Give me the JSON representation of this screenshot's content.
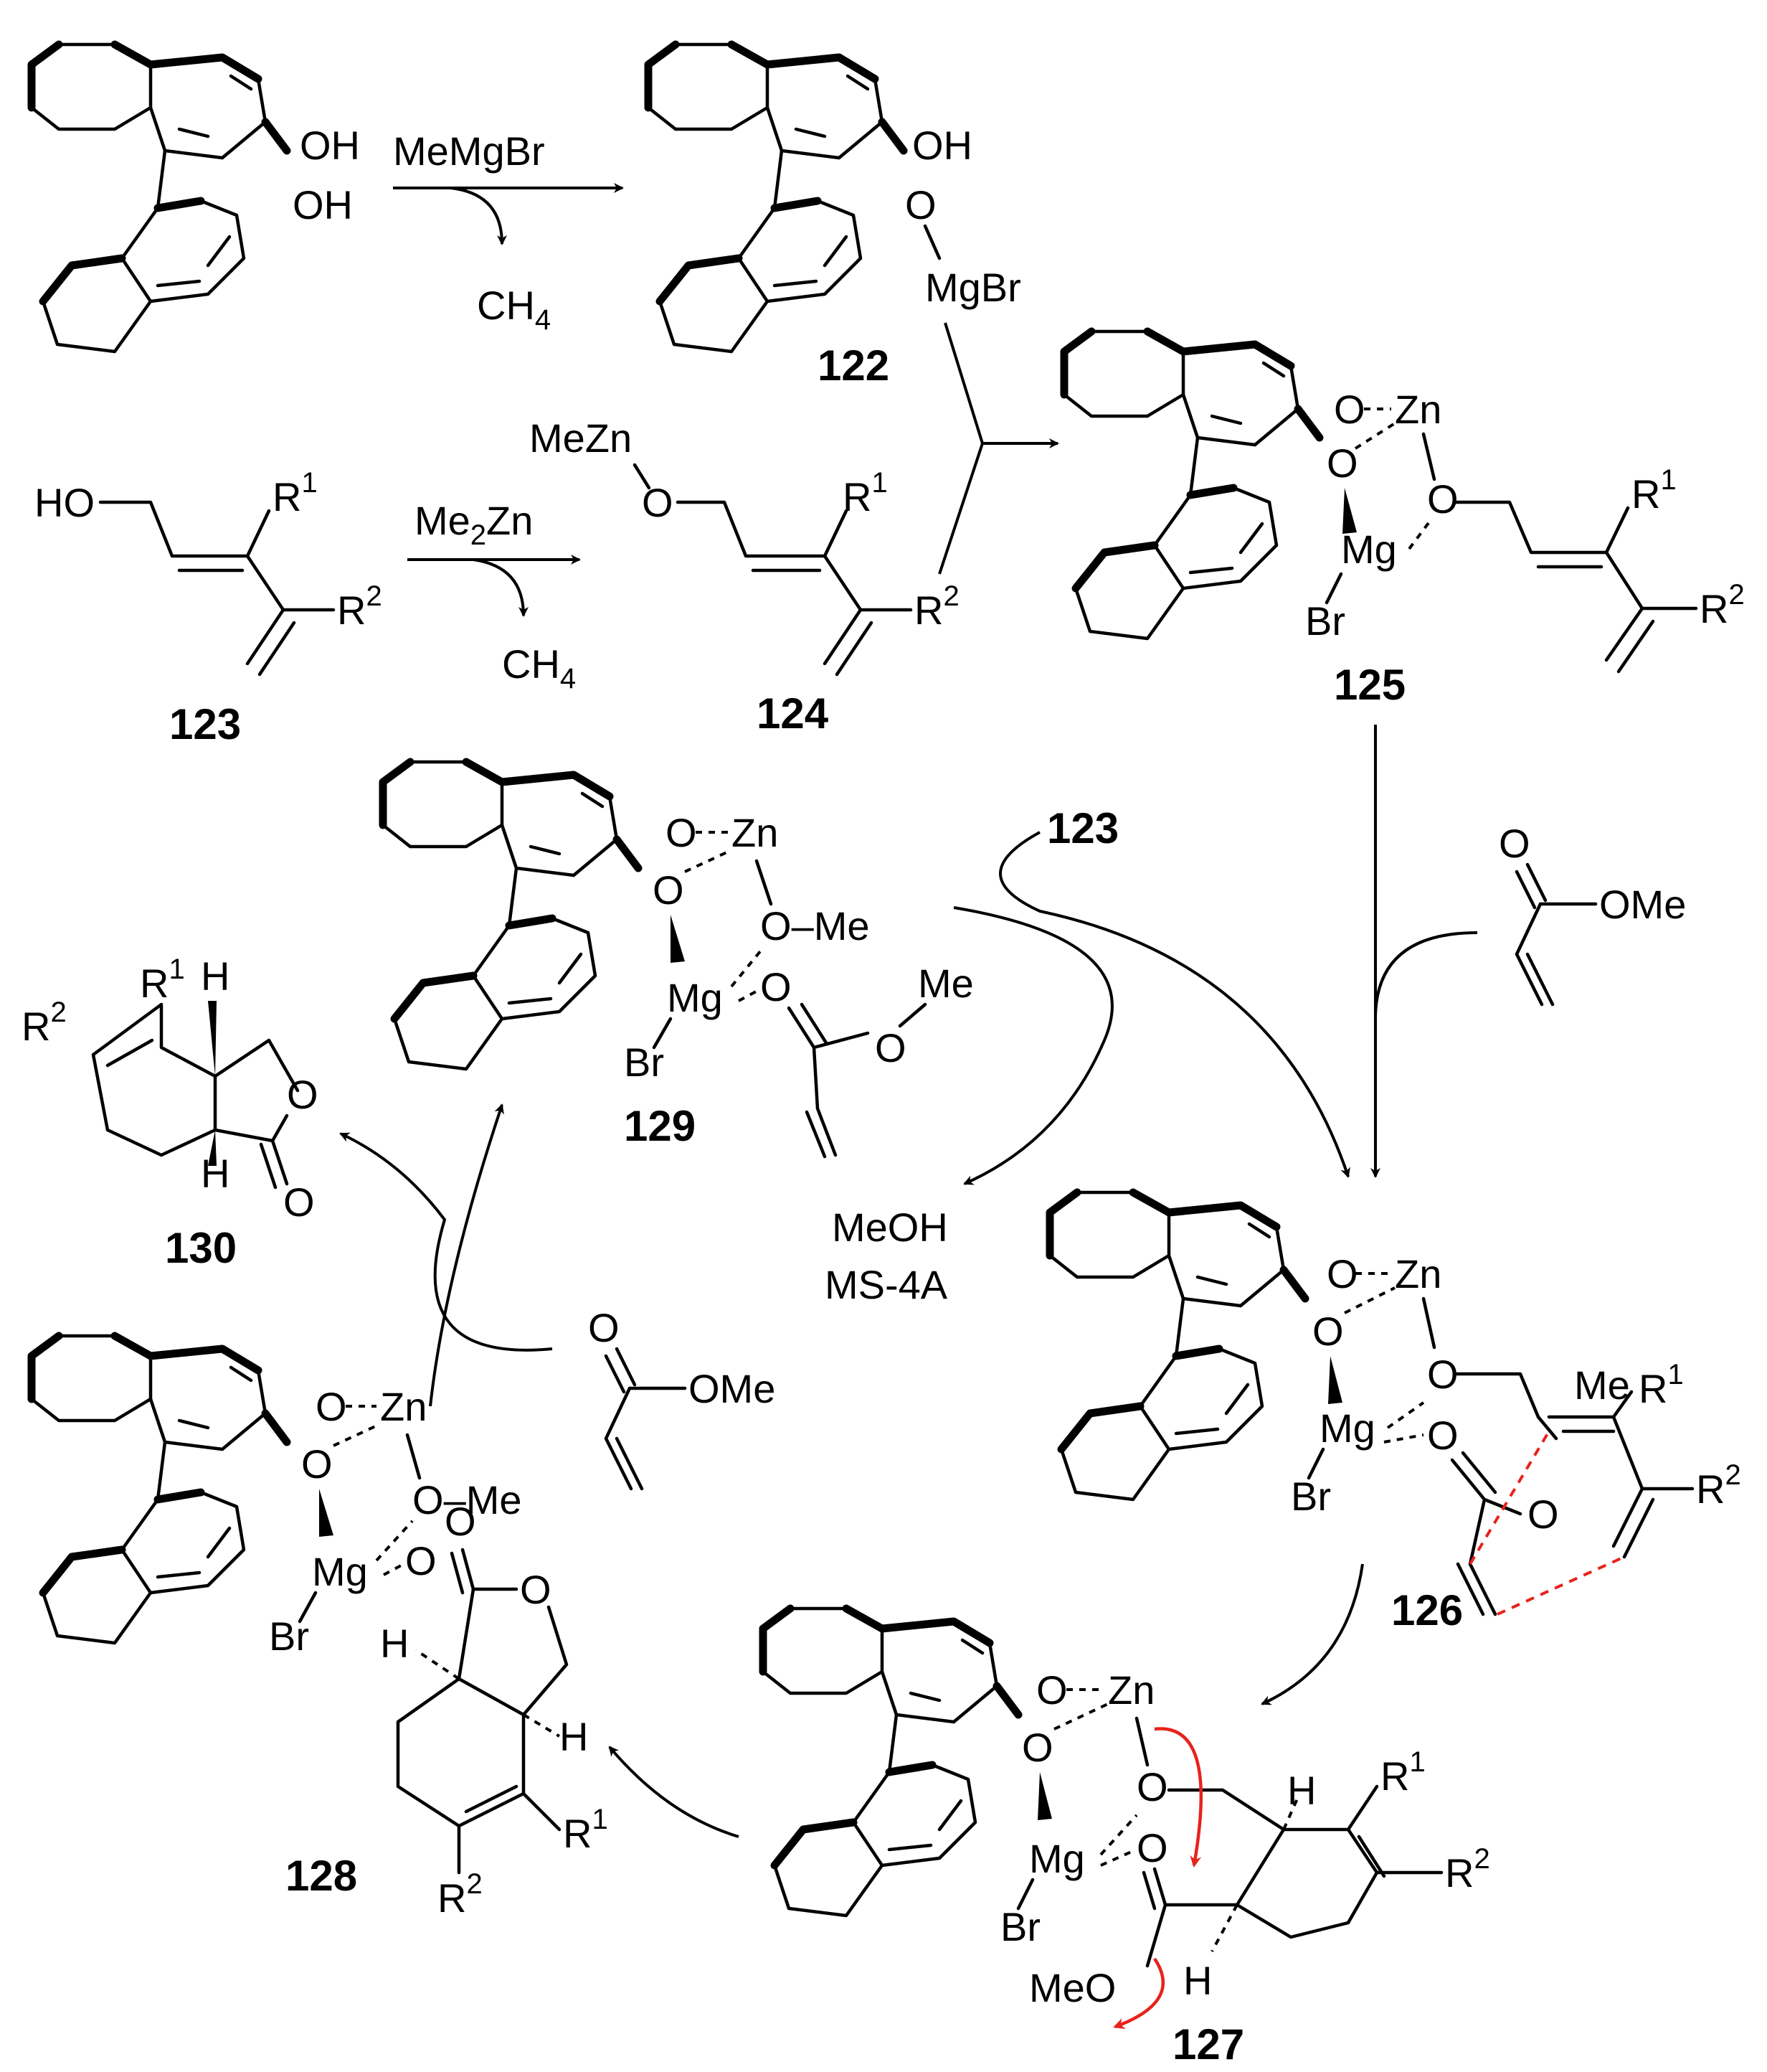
{
  "colors": {
    "ink": "#000000",
    "electron_arrow": "#e8221c",
    "background": "#ffffff"
  },
  "reagents": {
    "memgbr": "MeMgBr",
    "ch4_top": "CH",
    "ch4_top_sub": "4",
    "me2zn": "Me",
    "me2zn_sub": "2",
    "me2zn_tail": "Zn",
    "ch4_mid": "CH",
    "ch4_mid_sub": "4",
    "meoh": "MeOH",
    "ms4a": "MS-4A"
  },
  "compounds": {
    "c122": "122",
    "c123": "123",
    "c123_cycle": "123",
    "c124": "124",
    "c125": "125",
    "c126": "126",
    "c127": "127",
    "c128": "128",
    "c129": "129",
    "c130": "130"
  },
  "atoms": {
    "oh": "OH",
    "o": "O",
    "ho": "HO",
    "h": "H",
    "zn": "Zn",
    "mg": "Mg",
    "br": "Br",
    "mgbr": "MgBr",
    "mezn": "MeZn",
    "me": "Me",
    "ome": "OMe",
    "meo": "MeO",
    "dash_me": "–Me",
    "r": "R",
    "sup1": "1",
    "sup2": "2"
  }
}
